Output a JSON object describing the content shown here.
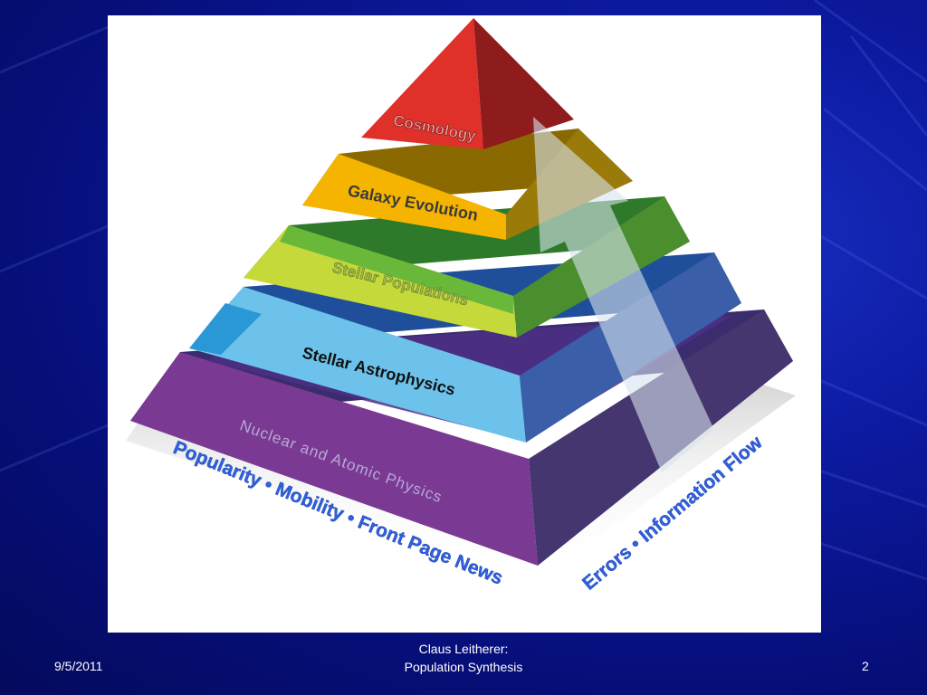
{
  "pyramid": {
    "levels": [
      {
        "label": "Cosmology"
      },
      {
        "label": "Galaxy Evolution"
      },
      {
        "label": "Stellar Populations"
      },
      {
        "label": "Stellar Astrophysics"
      },
      {
        "label": "Nuclear and Atomic Physics"
      }
    ],
    "left_caption": "Popularity • Mobility • Front Page News",
    "right_caption": "Errors • Information Flow"
  },
  "footer": {
    "date": "9/5/2011",
    "author": "Claus Leitherer:",
    "talk_title": "Population Synthesis",
    "page_number": "2"
  }
}
